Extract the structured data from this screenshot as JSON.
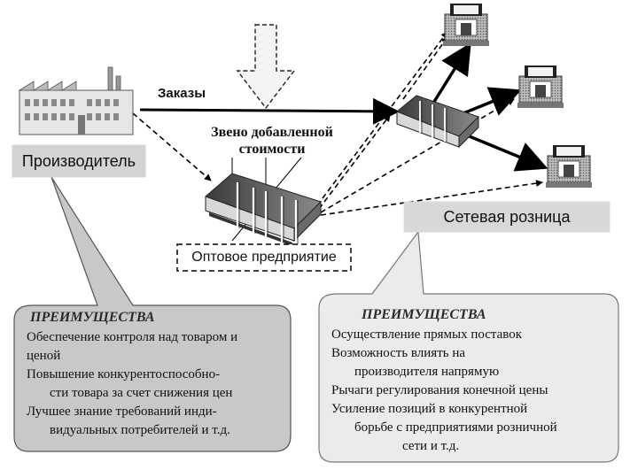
{
  "producer": {
    "label": "Производитель"
  },
  "orders": {
    "label": "Заказы"
  },
  "value_link": {
    "line1": "Звено добавленной",
    "line2": "стоимости"
  },
  "wholesale": {
    "label": "Оптовое предприятие"
  },
  "retail": {
    "label": "Сетевая розница"
  },
  "left_callout": {
    "title": "ПРЕИМУЩЕСТВА",
    "items": [
      {
        "line1": "Обеспечение контроля над товаром и",
        "line2": "ценой"
      },
      {
        "line1": "Повышение конкурентоспособно-",
        "line2": "сти товара за счет снижения цен"
      },
      {
        "line1": "Лучшее знание требований инди-",
        "line2": "видуальных потребителей и т.д."
      }
    ]
  },
  "right_callout": {
    "title": "ПРЕИМУЩЕСТВА",
    "items": [
      {
        "line1": "Осуществление прямых поставок"
      },
      {
        "line1": "Возможность влиять на",
        "line2": "производителя напрямую"
      },
      {
        "line1": "Рычаги регулирования конечной цены"
      },
      {
        "line1": "Усиление позиций в конкурентной",
        "line2": "борьбе с предприятиями розничной",
        "line3": "сети и т.д."
      }
    ]
  },
  "colors": {
    "left_callout_fill": "#c8c8c8",
    "right_callout_fill": "#ebebeb",
    "label_fill": "#d4d4d4",
    "arrow": "#000000"
  },
  "icons": {
    "producer": "factory-icon",
    "wholesale": "warehouse-icon",
    "retail_hub": "warehouse-icon",
    "stores": "store-icon",
    "input": "down-arrow-icon"
  }
}
